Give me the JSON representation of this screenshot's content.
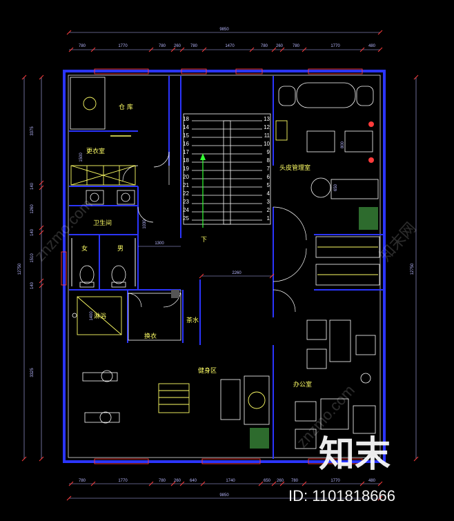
{
  "rooms": {
    "storage": "仓 库",
    "changing_top": "更衣室",
    "restroom": "卫生间",
    "female": "女",
    "male": "男",
    "shower": "淋浴",
    "changing_bottom": "换衣",
    "tea": "茶水",
    "gym": "健身区",
    "scalp": "头皮管理室",
    "office": "办公室",
    "down": "下"
  },
  "dimensions": {
    "total_top": "9850",
    "total_bottom": "9850",
    "top_segments": [
      "780",
      "1770",
      "780",
      "260",
      "780",
      "1470",
      "780",
      "260",
      "780",
      "1770",
      "480"
    ],
    "bottom_segments": [
      "780",
      "1770",
      "780",
      "260",
      "640",
      "1740",
      "650",
      "260",
      "780",
      "1770",
      "480"
    ],
    "left_segments": [
      "3375",
      "140",
      "1260",
      "140",
      "1510",
      "140",
      "3325"
    ],
    "left_total": "12750",
    "right_total": "12750",
    "inner_1500": "1500",
    "inner_1030": "1030",
    "inner_1300": "1300",
    "inner_2260": "2260",
    "inner_1400": "1400",
    "inner_800": "800",
    "inner_650": "650"
  },
  "stairs": {
    "left": [
      "18",
      "14",
      "15",
      "16",
      "17",
      "18",
      "19",
      "20",
      "21",
      "22",
      "23",
      "24",
      "25"
    ],
    "right": [
      "13",
      "12",
      "11",
      "10",
      "9",
      "8",
      "7",
      "6",
      "5",
      "4",
      "3",
      "2",
      "1"
    ]
  },
  "watermark": {
    "logo": "知末",
    "id": "ID: 1101818666",
    "site": "znzmo.com",
    "cn": "知末网"
  },
  "colors": {
    "background": "#000000",
    "wall": "#2b35ff",
    "text": "#ffff66",
    "dimension": "#b8b8ff",
    "window": "#ff3b3b",
    "arrow": "#33ff33"
  }
}
